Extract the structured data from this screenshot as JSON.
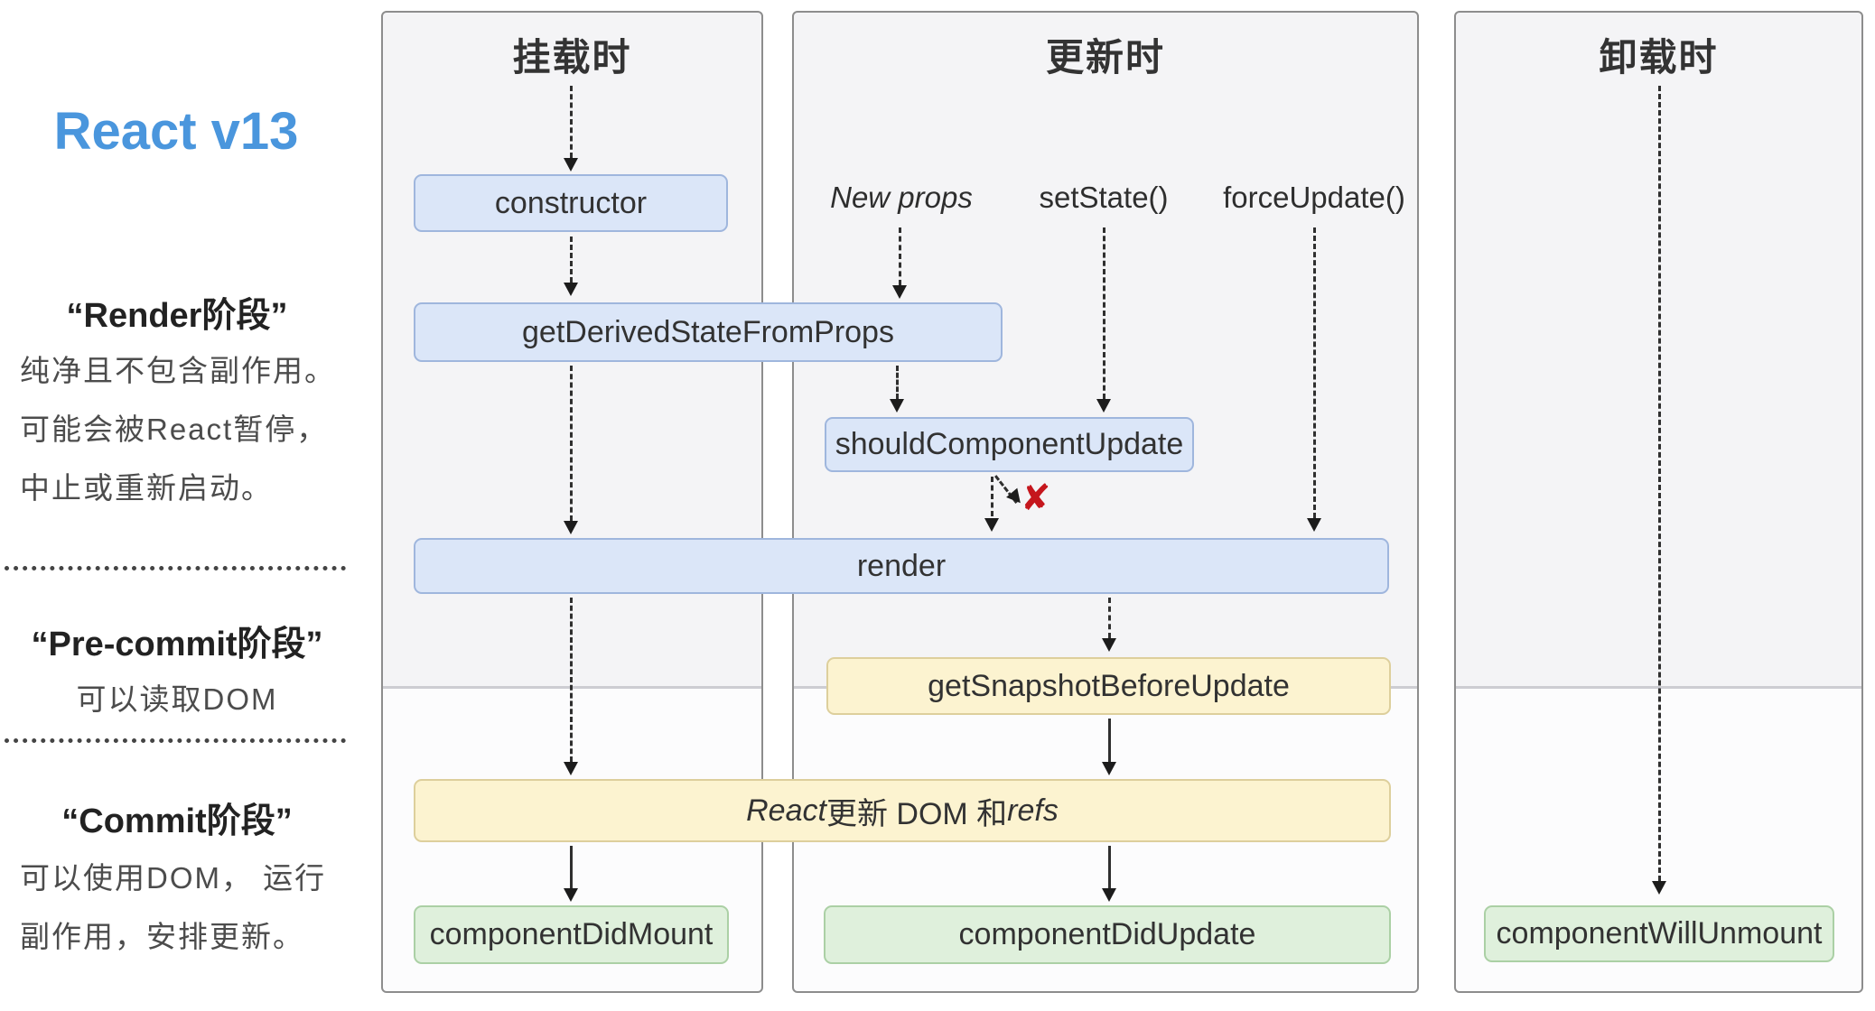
{
  "sidebar": {
    "title": "React v13",
    "phases": [
      {
        "heading": "“Render阶段”",
        "lines": [
          "纯净且不包含副作用。",
          "可能会被React暂停，",
          "中止或重新启动。"
        ]
      },
      {
        "heading": "“Pre-commit阶段”",
        "lines": [
          "可以读取DOM"
        ]
      },
      {
        "heading": "“Commit阶段”",
        "lines": [
          "可以使用DOM， 运行",
          "副作用，安排更新。"
        ]
      }
    ]
  },
  "columns": [
    {
      "title": "挂载时"
    },
    {
      "title": "更新时"
    },
    {
      "title": "卸载时"
    }
  ],
  "triggers": {
    "new_props": "New props",
    "set_state": "setState()",
    "force_update": "forceUpdate()"
  },
  "boxes": {
    "constructor": "constructor",
    "get_derived_state_from_props": "getDerivedStateFromProps",
    "should_component_update": "shouldComponentUpdate",
    "render": "render",
    "get_snapshot_before_update": "getSnapshotBeforeUpdate",
    "react_updates": {
      "react": "React",
      "middle": "更新 DOM 和 ",
      "refs": "refs"
    },
    "component_did_mount": "componentDidMount",
    "component_did_update": "componentDidUpdate",
    "component_will_unmount": "componentWillUnmount"
  },
  "icons": {
    "cancel_x": "✘"
  },
  "colors": {
    "accent_blue_title": "#4a96dd",
    "box_blue_fill": "#dbe6f8",
    "box_blue_border": "#9fb6dd",
    "box_yellow_fill": "#fcf3d0",
    "box_yellow_border": "#ddcf9c",
    "box_green_fill": "#dff0dc",
    "box_green_border": "#abd0a5",
    "panel_top_bg": "#f4f4f6",
    "panel_bottom_bg": "#fcfcfd",
    "cancel_x_red": "#c5161d"
  }
}
